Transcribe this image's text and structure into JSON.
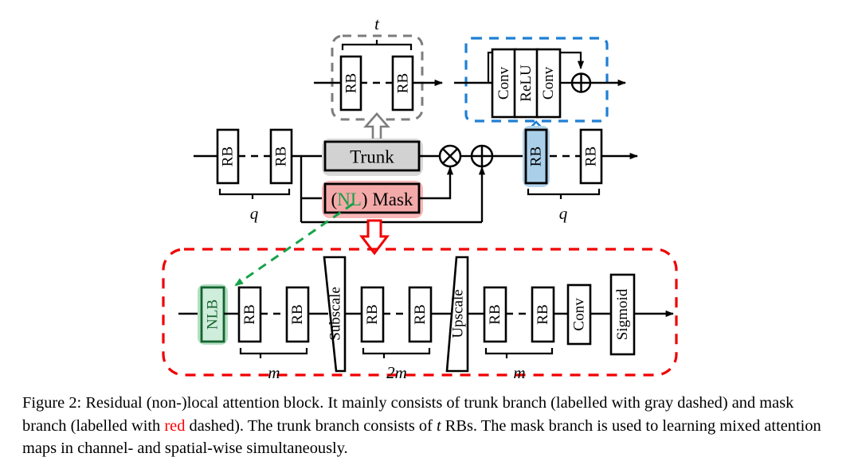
{
  "figure": {
    "number": "Figure 2:",
    "caption_part_1": "Residual (non-)local attention block. It mainly consists of trunk branch (labelled with gray dashed) and mask branch (labelled with ",
    "caption_red_word": "red",
    "caption_part_2": " dashed). The trunk branch consists of ",
    "caption_italic_t": "t",
    "caption_part_3": " RBs. The mask branch is used to learning mixed attention maps in channel- and spatial-wise simultaneously."
  },
  "colors": {
    "trunk_gray": "#d2d2d2",
    "mask_pink": "#f4a9a9",
    "rb_blue": "#aacfe9",
    "nlb_green": "#cfeddb",
    "red_dashed": "#f00000",
    "blue_dashed": "#1f7fd4",
    "gray_dashed": "#7d7d7d",
    "green_accent": "#16a34a"
  },
  "trunk_detail": {
    "count_label": "t",
    "blocks": [
      "RB",
      "RB"
    ]
  },
  "rb_detail": {
    "blocks": [
      "Conv",
      "ReLU",
      "Conv"
    ],
    "sum_symbol": "+"
  },
  "main_row": {
    "left_blocks": [
      "RB",
      "RB"
    ],
    "left_count_label": "q",
    "trunk_label": "Trunk",
    "mask_label_paren_open": "(",
    "mask_label_nl": "NL",
    "mask_label_paren_close": ")",
    "mask_label_text": "Mask",
    "multiply_symbol": "×",
    "add_symbol": "+",
    "right_blocks": [
      "RB",
      "RB"
    ],
    "right_count_label": "q"
  },
  "mask_detail": {
    "nlb_label": "NLB",
    "group1_blocks": [
      "RB",
      "RB"
    ],
    "group1_count": "m",
    "subscale_label": "Subscale",
    "group2_blocks": [
      "RB",
      "RB"
    ],
    "group2_count": "2m",
    "upscale_label": "Upscale",
    "group3_blocks": [
      "RB",
      "RB"
    ],
    "group3_count": "m",
    "conv_label": "Conv",
    "sigmoid_label": "Sigmoid"
  }
}
